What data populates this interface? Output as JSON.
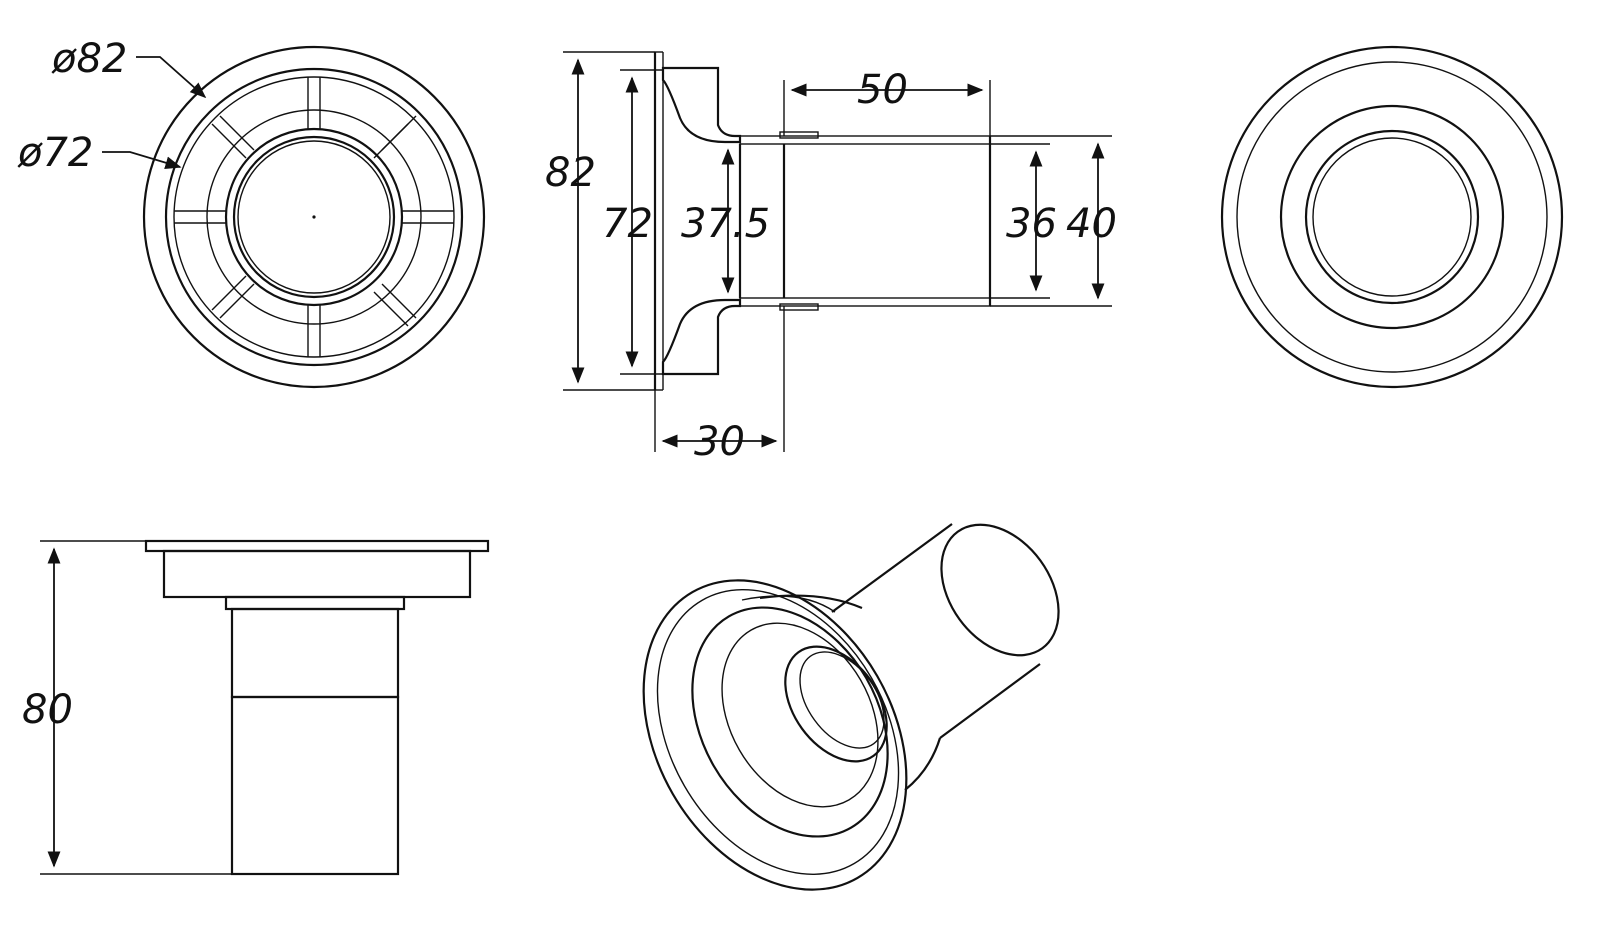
{
  "front_view": {
    "outer_dia_label": "ø82",
    "inner_dia_label": "ø72"
  },
  "section_view": {
    "flange_height": "82",
    "inner_height": "72",
    "bore_height": "37.5",
    "tube_inner": "36",
    "tube_outer": "40",
    "tube_length": "50",
    "flange_depth": "30"
  },
  "side_view": {
    "total_height": "80"
  },
  "colors": {
    "line": "#111111",
    "background": "#ffffff"
  }
}
